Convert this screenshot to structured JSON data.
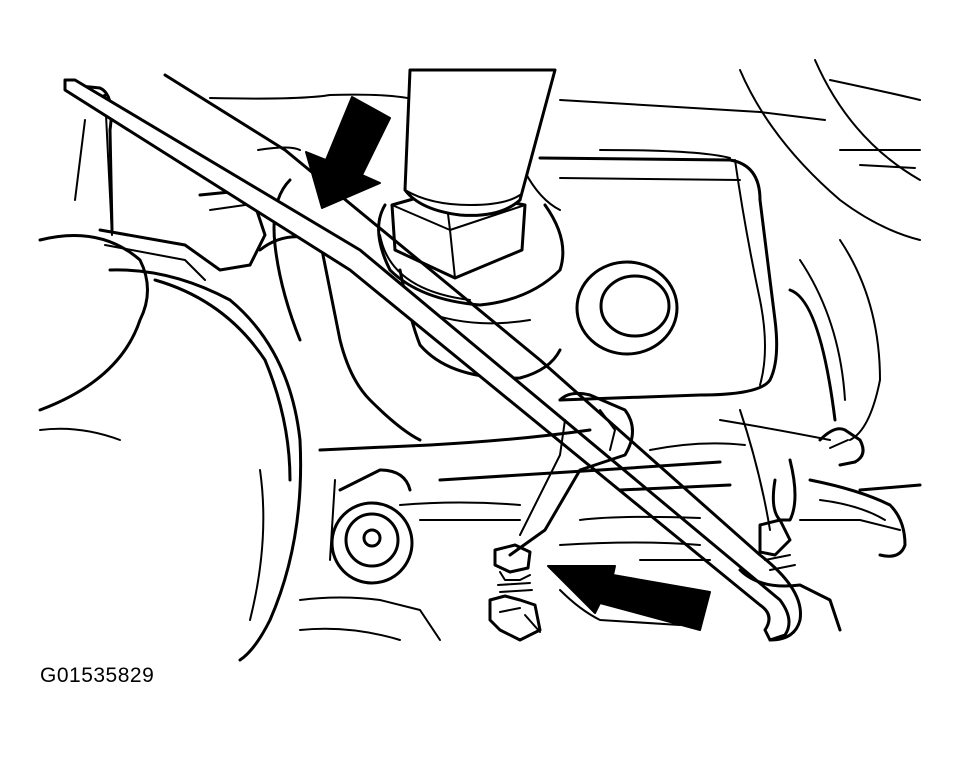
{
  "figure": {
    "id": "G01535829",
    "line_color": "#000000",
    "background": "#ffffff"
  },
  "callouts": [
    {
      "name": "upper-arrow",
      "icon": "arrow-down-left"
    },
    {
      "name": "lower-arrow",
      "icon": "arrow-up-left"
    }
  ]
}
